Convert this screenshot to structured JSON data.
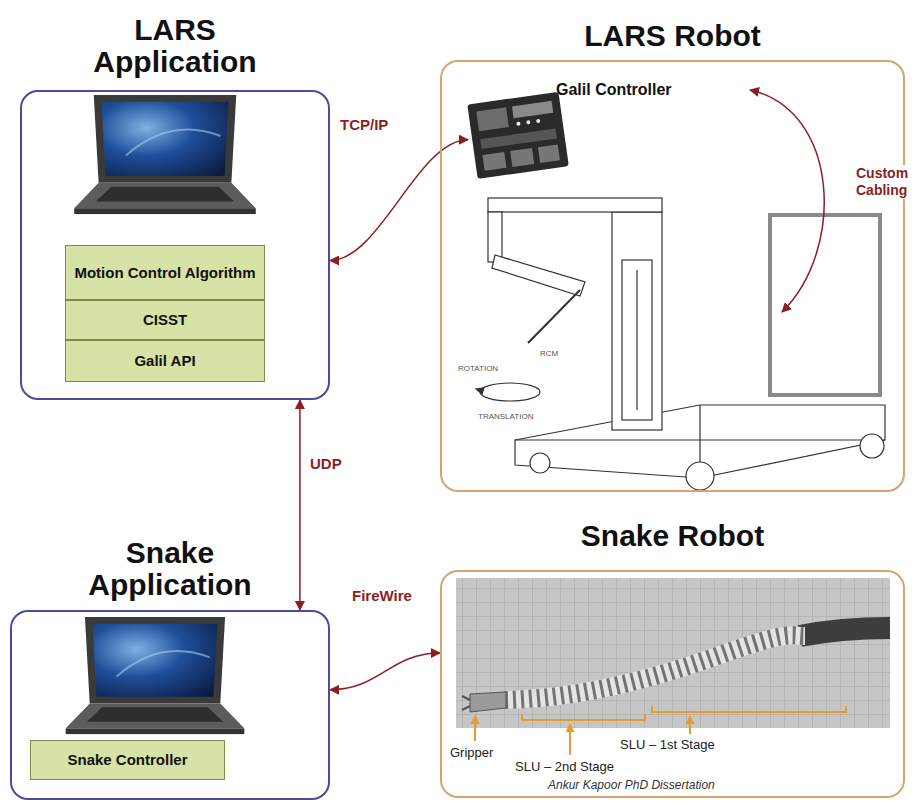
{
  "diagram": {
    "nodes": [
      {
        "text": [
          "LARS Application"
        ]
      },
      {
        "text": [
          "Motion Control Algorithm"
        ],
        "in": 0
      },
      {
        "text": [
          "CISST"
        ],
        "in": 0
      },
      {
        "text": [
          "Galil API"
        ],
        "in": 0
      },
      {
        "text": [
          "LARS Robot"
        ]
      },
      {
        "text": [
          "Galil Controller"
        ],
        "in": 4
      },
      {
        "text": [
          "Snake Application"
        ]
      },
      {
        "text": [
          "Snake Controller"
        ],
        "in": 6
      },
      {
        "text": [
          "Snake Robot"
        ]
      }
    ],
    "edges": [
      {
        "from": 0,
        "to": 5,
        "label": "TCP/IP",
        "arrow": "both"
      },
      {
        "from": 0,
        "to": 6,
        "label": "UDP",
        "arrow": "both"
      },
      {
        "from": 6,
        "to": 8,
        "label": "FireWire",
        "arrow": "both"
      }
    ],
    "labels": [
      "Custom Cabling",
      "ROTATION",
      "RCM",
      "TRANSLATION",
      "Gripper",
      "SLU – 1st Stage",
      "SLU – 2nd Stage",
      "Ankur Kapoor PhD Dissertation"
    ]
  }
}
